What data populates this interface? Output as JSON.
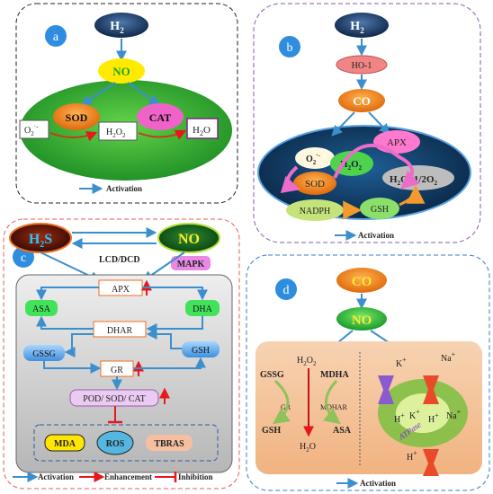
{
  "panels": {
    "a": {
      "letter": "a",
      "h2": "H",
      "h2_sub": "2",
      "no": "NO",
      "sod": "SOD",
      "cat": "CAT",
      "o2": "O",
      "o2_sub": "2",
      "o2_sup": "·-",
      "h2o2": "H",
      "h2o2_sub1": "2",
      "h2o2_mid": "O",
      "h2o2_sub2": "2",
      "h2o": "H",
      "h2o_sub": "2",
      "h2o_end": "O",
      "legend": "Activation"
    },
    "b": {
      "letter": "b",
      "h2": "H",
      "h2_sub": "2",
      "ho1": "HO-1",
      "co": "CO",
      "o2": "O",
      "o2_sub": "2",
      "o2_sup": "·-",
      "sod": "SOD",
      "h2o2": "H",
      "h2o2_sub1": "2",
      "h2o2_mid": "O",
      "h2o2_sub2": "2",
      "apx": "APX",
      "water": "H",
      "water_sub1": "2",
      "water_mid": "O+1/2O",
      "water_sub2": "2",
      "nadph": "NADPH",
      "gsh": "GSH",
      "legend": "Activation"
    },
    "c": {
      "letter": "c",
      "h2s": "H",
      "h2s_sub": "2",
      "h2s_end": "S",
      "no": "NO",
      "lcd": "LCD/DCD",
      "mapk": "MAPK",
      "apx": "APX",
      "asa": "ASA",
      "dha": "DHA",
      "dhar": "DHAR",
      "gssg": "GSSG",
      "gsh": "GSH",
      "gr": "GR",
      "pod": "POD/ SOD/ CAT",
      "mda": "MDA",
      "ros": "ROS",
      "tbras": "TBRAS",
      "legend_activation": "Activation",
      "legend_enhancement": "Enhancement",
      "legend_inhibition": "Inhibition"
    },
    "d": {
      "letter": "d",
      "co": "CO",
      "no": "NO",
      "h2o2": "H",
      "h2o2_sub1": "2",
      "h2o2_mid": "O",
      "h2o2_sub2": "2",
      "gssg": "GSSG",
      "mdha": "MDHA",
      "gr": "GR",
      "mdhar": "MDHAR",
      "gsh": "GSH",
      "asa": "ASA",
      "h2o": "H",
      "h2o_sub": "2",
      "h2o_end": "O",
      "k": "K",
      "na": "Na",
      "plus": "+",
      "h": "H",
      "atpase": "ATPase",
      "legend": "Activation"
    }
  },
  "colors": {
    "arrow_blue": "#3c8fcd",
    "red": "#e8171b",
    "green_ellipse": "#2aa52a",
    "navy_h2": "#1b3d6e",
    "no_green": "#22b33a",
    "co_orange": "#f07f0f",
    "pink": "#ee6cc9"
  }
}
